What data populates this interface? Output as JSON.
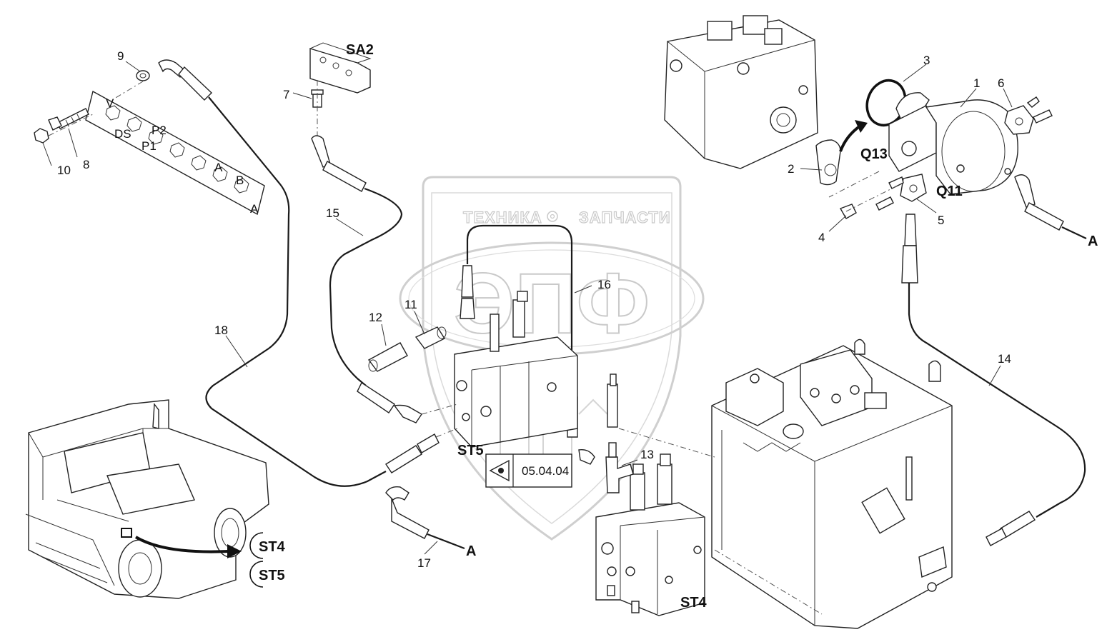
{
  "watermark": {
    "left_word": "ТЕХНИКА",
    "right_word": "ЗАПЧАСТИ",
    "logo": "ЭПФ"
  },
  "labels": {
    "sa2": "SA2",
    "q13": "Q13",
    "q11": "Q11",
    "st5_main": "ST5",
    "st4_main": "ST4",
    "st4_circle": "ST4",
    "st5_circle": "ST5",
    "ref_a_top": "A",
    "ref_a_bottom": "A",
    "ref_box": "05.04.04"
  },
  "callouts": [
    "1",
    "2",
    "3",
    "4",
    "5",
    "6",
    "7",
    "8",
    "9",
    "10",
    "11",
    "12",
    "13",
    "14",
    "15",
    "16",
    "17",
    "18"
  ],
  "plate_text": [
    "DS",
    "P1",
    "P2",
    "A",
    "B",
    "V",
    "A"
  ]
}
